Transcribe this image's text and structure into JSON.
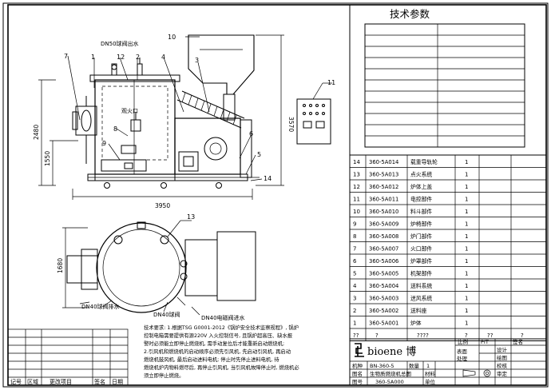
{
  "title_tech": "技术参数",
  "labels": {
    "outlet": "DN50球阀出水",
    "fire_port": "观火口",
    "drain": "DN40球阀排水",
    "inlet": "DN40球阀",
    "mag_valve": "DN40电磁阀进水"
  },
  "callouts": {
    "n7": "7",
    "n1": "1",
    "n12": "12",
    "n2": "2",
    "n4": "4",
    "n10": "10",
    "n3": "3",
    "n8": "8",
    "n9": "9",
    "n6": "6",
    "n5": "5",
    "n14": "14",
    "n11": "11",
    "n13": "13"
  },
  "dims": {
    "h_total": "2480",
    "h_mid": "1550",
    "h_right": "3570",
    "w_total": "3950",
    "w_plan": "1680"
  },
  "notes": [
    "技术要求: 1.根据TSG G0001-2012《锅炉安全技术监察规程》, 锅炉",
    "控制电箱需要提供有源220V 入火控制信号, 且锅炉超高压、缺水报",
    "警时必须能立即停止燃烧机, 需手动复位后才能重新启动燃烧机;",
    "2.引风机和燃烧机的启动顺序必须先引风机, 先启动引风机, 再启动",
    "燃烧机鼓风机, 最后启动进料电机; 停止时先停止进料电机, 待",
    "燃烧机炉内物料燃尽后, 再停止引风机, 当引风机故障停止时, 燃烧机必",
    "须立即停止燃烧。"
  ],
  "parts": [
    {
      "no": "14",
      "code": "360-5A014",
      "name": "载重导轨轮",
      "qty": "1"
    },
    {
      "no": "13",
      "code": "360-5A013",
      "name": "点火系统",
      "qty": "1"
    },
    {
      "no": "12",
      "code": "360-5A012",
      "name": "炉体上盖",
      "qty": "1"
    },
    {
      "no": "11",
      "code": "360-5A011",
      "name": "电控部件",
      "qty": "1"
    },
    {
      "no": "10",
      "code": "360-5A010",
      "name": "料斗部件",
      "qty": "1"
    },
    {
      "no": "9",
      "code": "360-5A009",
      "name": "炉椅部件",
      "qty": "1"
    },
    {
      "no": "8",
      "code": "360-5A008",
      "name": "炉门部件",
      "qty": "1"
    },
    {
      "no": "7",
      "code": "360-5A007",
      "name": "火口部件",
      "qty": "1"
    },
    {
      "no": "6",
      "code": "360-5A006",
      "name": "炉罩部件",
      "qty": "1"
    },
    {
      "no": "5",
      "code": "360-5A005",
      "name": "机架部件",
      "qty": "1"
    },
    {
      "no": "4",
      "code": "360-5A004",
      "name": "送料系统",
      "qty": "1"
    },
    {
      "no": "3",
      "code": "360-5A003",
      "name": "送风系统",
      "qty": "1"
    },
    {
      "no": "2",
      "code": "360-5A002",
      "name": "送料座",
      "qty": "1"
    },
    {
      "no": "1",
      "code": "360-5A001",
      "name": "炉体",
      "qty": "1"
    }
  ],
  "parts_header": [
    "??",
    "?",
    "????",
    "?",
    "??",
    "?"
  ],
  "title_block": {
    "logo": "bioene 博",
    "ratio": "比例",
    "page": "PIT",
    "sign_name": "签名",
    "surface": "表面",
    "process": "处理",
    "design": "设计",
    "draw": "绘图",
    "check": "校核",
    "approve": "审定",
    "model_label": "机种",
    "model": "BN-360-5",
    "qty_label": "数量",
    "qty": "1",
    "dwg_label": "图名",
    "dwg_name": "生物质燃烧机总图",
    "material": "材料",
    "no_label": "图号",
    "no": "360-5A000",
    "unit": "单位"
  },
  "revision": {
    "c1": "记号",
    "c2": "区域",
    "c3": "更改项目",
    "c4": "签名",
    "c5": "日期"
  }
}
